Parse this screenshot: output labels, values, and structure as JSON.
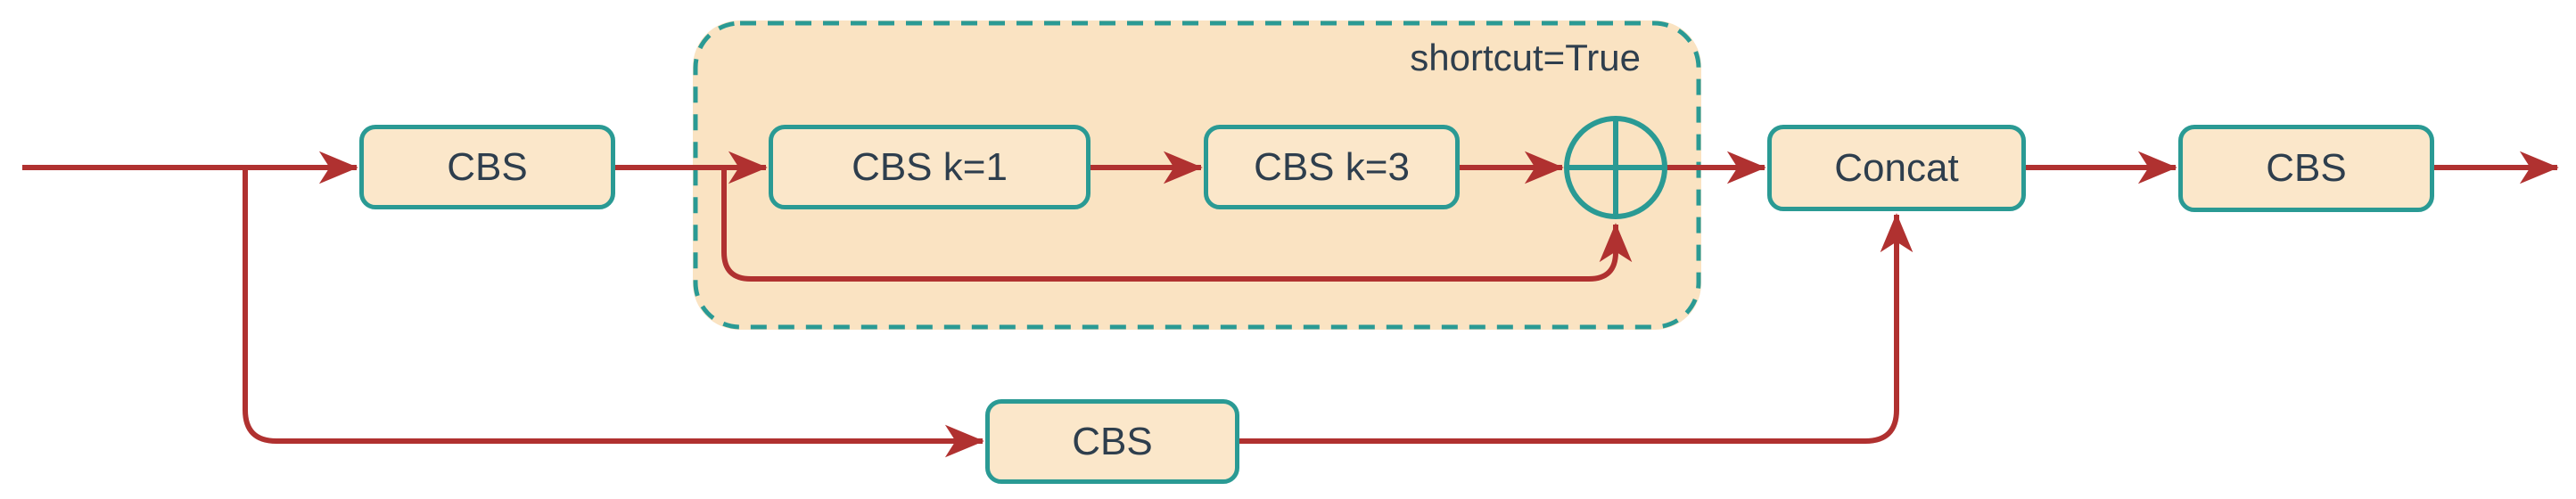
{
  "colors": {
    "arrow": "#b03130",
    "teal": "#2a9a94",
    "node-fill": "#fbe7ca",
    "container-fill": "#fae3c2",
    "text": "#2e3e4d",
    "background": "#ffffff"
  },
  "diagram": {
    "type": "flow-diagram",
    "description": "CSP bottleneck block: input CBS feeds a dashed residual sub-block (CBS k=1 then CBS k=3 with shortcut add), result concatenated with a parallel CBS branch, then a final CBS",
    "container": {
      "label": "shortcut=True"
    },
    "nodes": {
      "cbs_in": "CBS",
      "cbs_k1": "CBS k=1",
      "cbs_k3": "CBS k=3",
      "concat": "Concat",
      "cbs_out": "CBS",
      "cbs_branch": "CBS"
    },
    "icons": {
      "add_junction": "circle-plus"
    },
    "edges": [
      "input -> cbs_in",
      "input -> cbs_branch (branch down)",
      "cbs_in -> cbs_k1",
      "cbs_k1 -> cbs_k3",
      "cbs_k3 -> add_junction",
      "shortcut loop -> add_junction (from below)",
      "add_junction -> concat",
      "cbs_branch -> concat (from below)",
      "concat -> cbs_out",
      "cbs_out -> output"
    ]
  }
}
